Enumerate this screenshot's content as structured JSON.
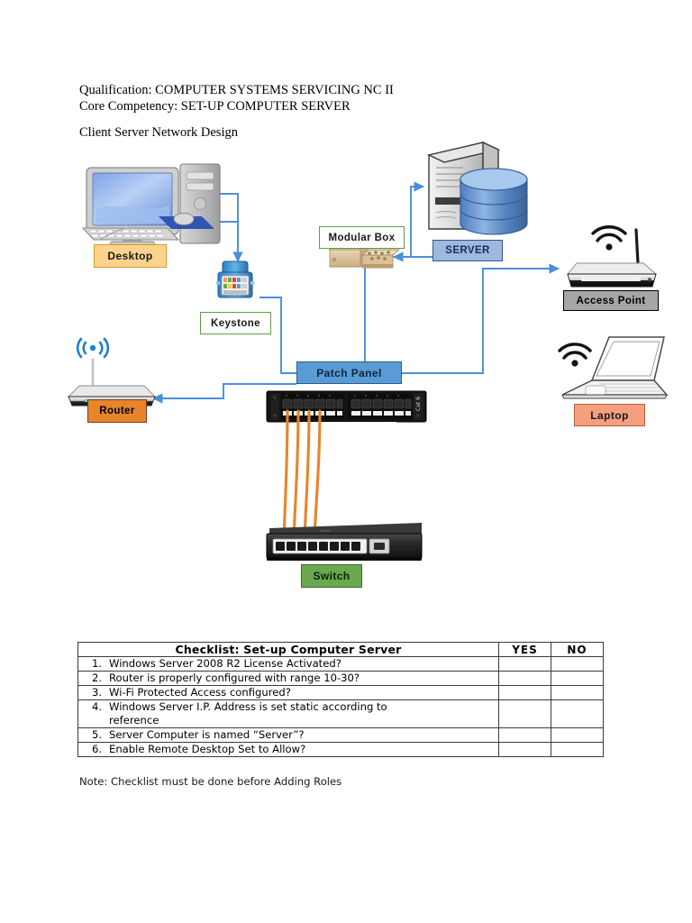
{
  "header": {
    "qualification": "Qualification: COMPUTER SYSTEMS SERVICING NC II",
    "core_competency": "Core Competency: SET-UP COMPUTER SERVER",
    "section_title": "Client Server Network Design"
  },
  "diagram": {
    "title": "Client Server Network Design",
    "nodes": [
      {
        "id": "desktop",
        "label": "Desktop",
        "icon": "desktop-computer-icon",
        "fill": "#fbd38c",
        "border": "#d99a2b"
      },
      {
        "id": "keystone",
        "label": "Keystone",
        "icon": "keystone-jack-icon",
        "fill": "#ffffff",
        "border": "#5f9c4a"
      },
      {
        "id": "router",
        "label": "Router",
        "icon": "wireless-router-icon",
        "fill": "#e8842a",
        "border": "#6b4418"
      },
      {
        "id": "modular_box",
        "label": "Modular Box",
        "icon": "modular-box-icon",
        "fill": "#ffffff",
        "border": "#5f9c4a"
      },
      {
        "id": "server",
        "label": "SERVER",
        "icon": "server-tower-icon",
        "fill": "#9fb8dd",
        "border": "#36558c"
      },
      {
        "id": "patch_panel",
        "label": "Patch Panel",
        "icon": "patch-panel-icon",
        "fill": "#5b9bd5",
        "border": "#2a5d8f"
      },
      {
        "id": "access_point",
        "label": "Access Point",
        "icon": "access-point-icon",
        "fill": "#a6a6a6",
        "border": "#000000"
      },
      {
        "id": "laptop",
        "label": "Laptop",
        "icon": "laptop-icon",
        "fill": "#f4a07f",
        "border": "#b5603c"
      },
      {
        "id": "switch",
        "label": "Switch",
        "icon": "network-switch-icon",
        "fill": "#6aa84f",
        "border": "#3b6b28"
      }
    ],
    "patch_panel_port_label": "Cat 6",
    "connector_color": "#4a90d9",
    "patch_cable_color": "#e8842a",
    "connections": [
      {
        "from": "keystone",
        "to": "desktop",
        "style": "arrow"
      },
      {
        "from": "desktop",
        "to": "keystone",
        "style": "arrow"
      },
      {
        "from": "keystone",
        "to": "patch_panel",
        "style": "line"
      },
      {
        "from": "modular_box",
        "to": "patch_panel",
        "style": "line"
      },
      {
        "from": "server",
        "to": "modular_box",
        "style": "arrow"
      },
      {
        "from": "modular_box",
        "to": "server",
        "style": "arrow"
      },
      {
        "from": "patch_panel",
        "to": "router",
        "style": "arrow"
      },
      {
        "from": "patch_panel",
        "to": "access_point",
        "style": "arrow"
      },
      {
        "from": "patch_panel",
        "to": "switch",
        "style": "cables"
      }
    ]
  },
  "checklist": {
    "title": "Checklist: Set-up Computer Server",
    "columns": [
      "YES",
      "NO"
    ],
    "items": [
      {
        "num": "1.",
        "text": "Windows Server 2008 R2 License Activated?",
        "yes": "",
        "no": ""
      },
      {
        "num": "2.",
        "text": "Router is properly configured with range 10-30?",
        "yes": "",
        "no": ""
      },
      {
        "num": "3.",
        "text": "Wi-Fi Protected Access configured?",
        "yes": "",
        "no": ""
      },
      {
        "num": "4.",
        "text": "Windows Server I.P. Address is set static according to",
        "text2": "reference",
        "yes": "",
        "no": ""
      },
      {
        "num": "5.",
        "text": "Server Computer is named “Server”?",
        "yes": "",
        "no": ""
      },
      {
        "num": "6.",
        "text": "Enable Remote Desktop Set to Allow?",
        "yes": "",
        "no": ""
      }
    ],
    "note": "Note: Checklist must be done before Adding Roles"
  }
}
